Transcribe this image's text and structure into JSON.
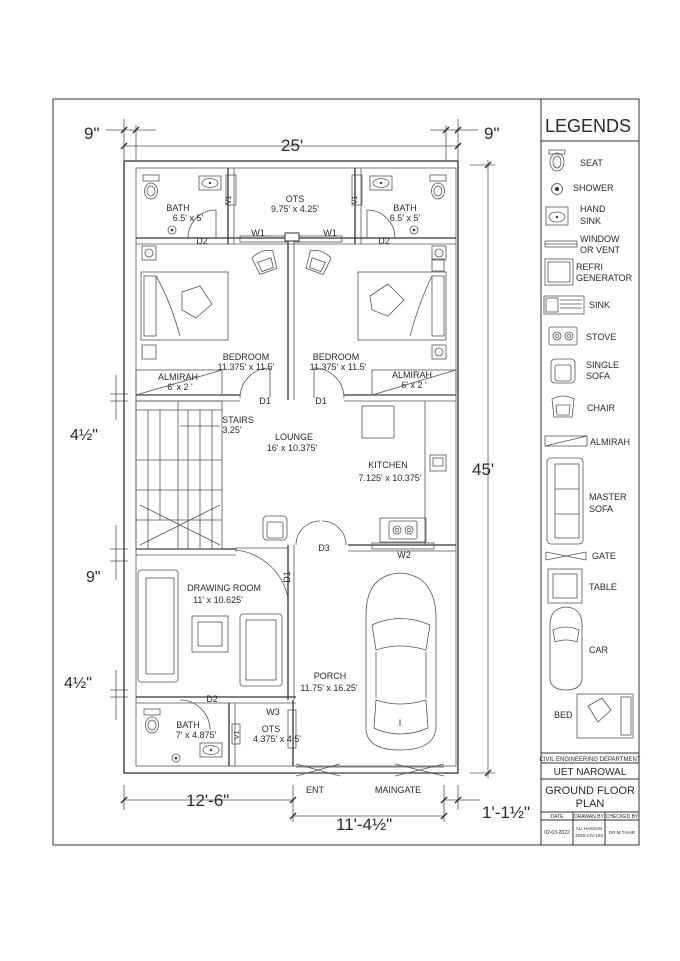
{
  "dimensions": {
    "top_left_offset": "9\"",
    "top_right_offset": "9\"",
    "overall_width": "25'",
    "overall_depth": "45'",
    "left_step_1": "4½\"",
    "left_step_2": "9\"",
    "left_step_3": "4½\"",
    "bottom_left": "12'-6\"",
    "bottom_mid": "11'-4½\"",
    "bottom_right": "1'-1½\""
  },
  "rooms": {
    "bath_left": {
      "name": "BATH",
      "size": "6.5' x 5'"
    },
    "ots_top": {
      "name": "OTS",
      "size": "9.75' x 4.25'"
    },
    "bath_right": {
      "name": "BATH",
      "size": "6.5' x 5'"
    },
    "bedroom_left": {
      "name": "BEDROOM",
      "size": "11.375' x 11.5'"
    },
    "bedroom_right": {
      "name": "BEDROOM",
      "size": "11.375' x 11.5'"
    },
    "almirah_left": {
      "name": "ALMIRAH",
      "size": "6' x 2 '"
    },
    "almirah_right": {
      "name": "ALMIRAH",
      "size": "6' x 2 '"
    },
    "stairs": {
      "name": "STAIRS",
      "size": "3.25'"
    },
    "lounge": {
      "name": "LOUNGE",
      "size": "16' x 10.375'"
    },
    "kitchen": {
      "name": "KITCHEN",
      "size": "7.125' x 10.375'"
    },
    "drawing_room": {
      "name": "DRAWING ROOM",
      "size": "11' x 10.625'"
    },
    "porch": {
      "name": "PORCH",
      "size": "11.75' x 16.25'"
    },
    "bath_bottom": {
      "name": "BATH",
      "size": "7' x 4.875'"
    },
    "ots_bottom": {
      "name": "OTS",
      "size": "4.375' x 4.5'"
    }
  },
  "tags": {
    "d2": "D2",
    "d1": "D1",
    "d3": "D3",
    "w1": "W1",
    "w2": "W2",
    "w3": "W3",
    "v1": "V1",
    "ent": "ENT",
    "maingate": "MAINGATE",
    "car_mark": "I"
  },
  "legend": {
    "title": "LEGENDS",
    "items": {
      "seat": "SEAT",
      "shower": "SHOWER",
      "hand_sink_1": "HAND",
      "hand_sink_2": "SINK",
      "window_1": "WINDOW",
      "window_2": "OR VENT",
      "refri_1": "REFRI",
      "refri_2": "GENERATOR",
      "sink": "SINK",
      "stove": "STOVE",
      "single_sofa_1": "SINGLE",
      "single_sofa_2": "SOFA",
      "chair": "CHAIR",
      "almirah": "ALMIRAH",
      "master_sofa_1": "MASTER",
      "master_sofa_2": "SOFA",
      "gate": "GATE",
      "table": "TABLE",
      "car": "CAR",
      "bed": "BED"
    }
  },
  "title_block": {
    "department": "CIVIL ENGINEERING DEPARTMENT",
    "university": "UET NAROWAL",
    "plan_1": "GROUND FLOOR",
    "plan_2": "PLAN",
    "date_label": "DATE",
    "drawn_label": "DRAWAN BY",
    "checked_label": "CHECKED BY",
    "date_value": "02-03-2022",
    "drawn_value_1": "ALI HASSAN",
    "drawn_value_2": "2020-CIV-103",
    "checked_value": "DR.M.TAHIR"
  }
}
